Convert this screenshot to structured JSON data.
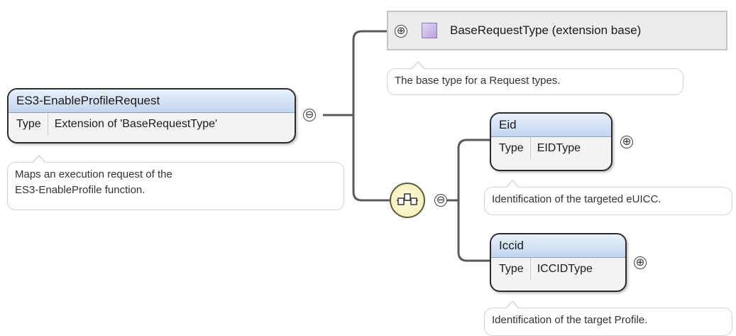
{
  "root": {
    "name": "ES3-EnableProfileRequest",
    "type_key": "Type",
    "type_value": "Extension of 'BaseRequestType'",
    "doc_line1": "Maps an execution request of the",
    "doc_line2": "ES3-EnableProfile function."
  },
  "base": {
    "label": "BaseRequestType (extension base)",
    "doc": "The base type for a Request types."
  },
  "sequence": {
    "icon": "sequence-compositor-icon"
  },
  "children": [
    {
      "name": "Eid",
      "type_key": "Type",
      "type_value": "EIDType",
      "doc": "Identification of the targeted eUICC."
    },
    {
      "name": "Iccid",
      "type_key": "Type",
      "type_value": "ICCIDType",
      "doc": "Identification of the target Profile."
    }
  ],
  "toggles": {
    "collapse_glyph": "⊖",
    "expand_glyph": "⊕"
  },
  "colors": {
    "connector": "#5a5a5a",
    "header_gradient_top": "#e9f1fb",
    "header_gradient_bottom": "#c2d5ef",
    "compositor_fill": "#f3ecb0",
    "base_swatch": "#c7b3e6"
  }
}
